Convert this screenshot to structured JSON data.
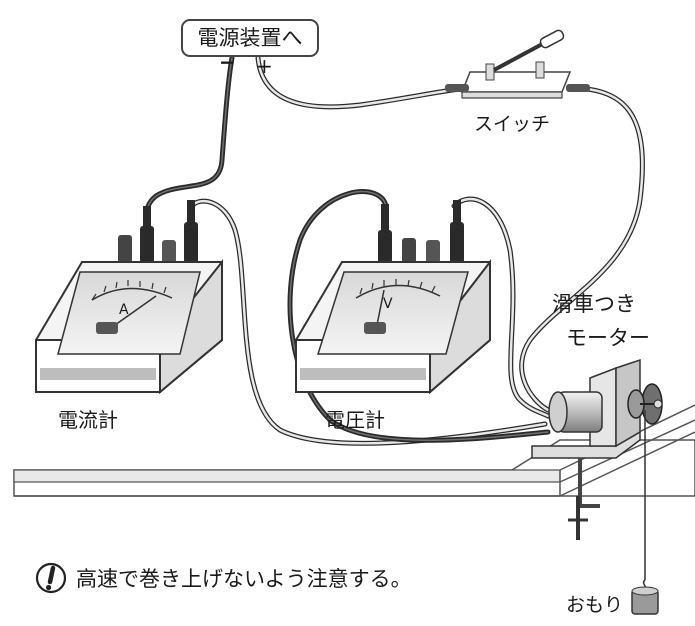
{
  "labels": {
    "power_supply": "電源装置へ",
    "minus": "−",
    "plus": "+",
    "switch": "スイッチ",
    "ammeter": "電流計",
    "voltmeter": "電圧計",
    "motor_line1": "滑車つき",
    "motor_line2": "モーター",
    "weight": "おもり",
    "ammeter_unit": "A",
    "voltmeter_unit": "V"
  },
  "caution": {
    "icon": "exclamation-circle-icon",
    "text": "高速で巻き上げないよう注意する。"
  },
  "colors": {
    "wire_dark": "#2a2a2a",
    "wire_light": "#8e8e8e",
    "device_fill": "#f2f2f2",
    "shadow": "#cfcfcf"
  }
}
